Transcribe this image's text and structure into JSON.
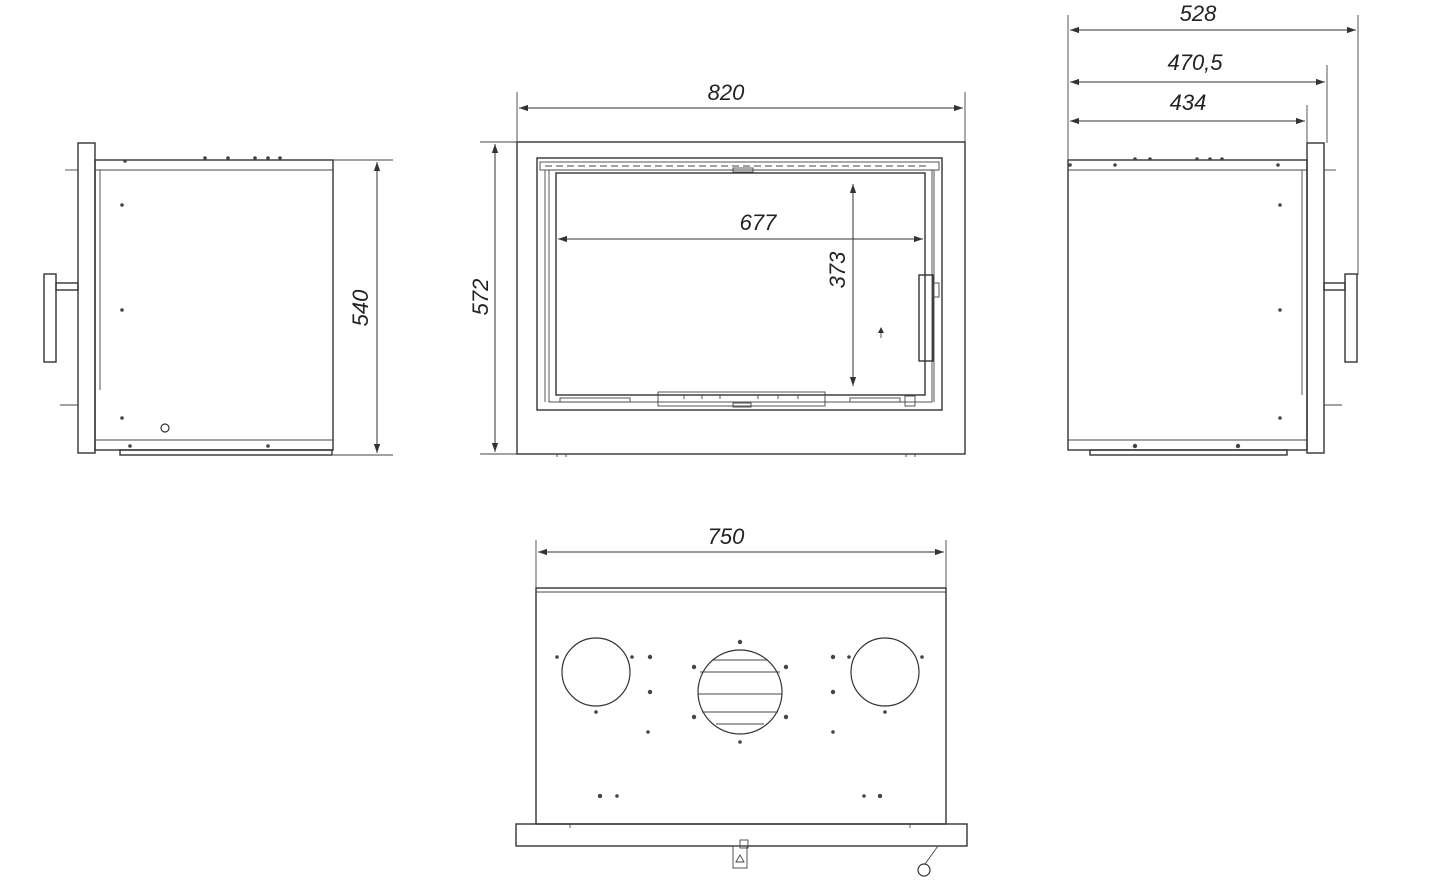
{
  "dimensions": {
    "side_height": "540",
    "front_width": "820",
    "front_height": "572",
    "glass_width": "677",
    "glass_height": "373",
    "depth_total": "528",
    "depth_mid": "470,5",
    "depth_body": "434",
    "top_width": "750"
  },
  "colors": {
    "line": "#333333",
    "background": "#ffffff"
  }
}
